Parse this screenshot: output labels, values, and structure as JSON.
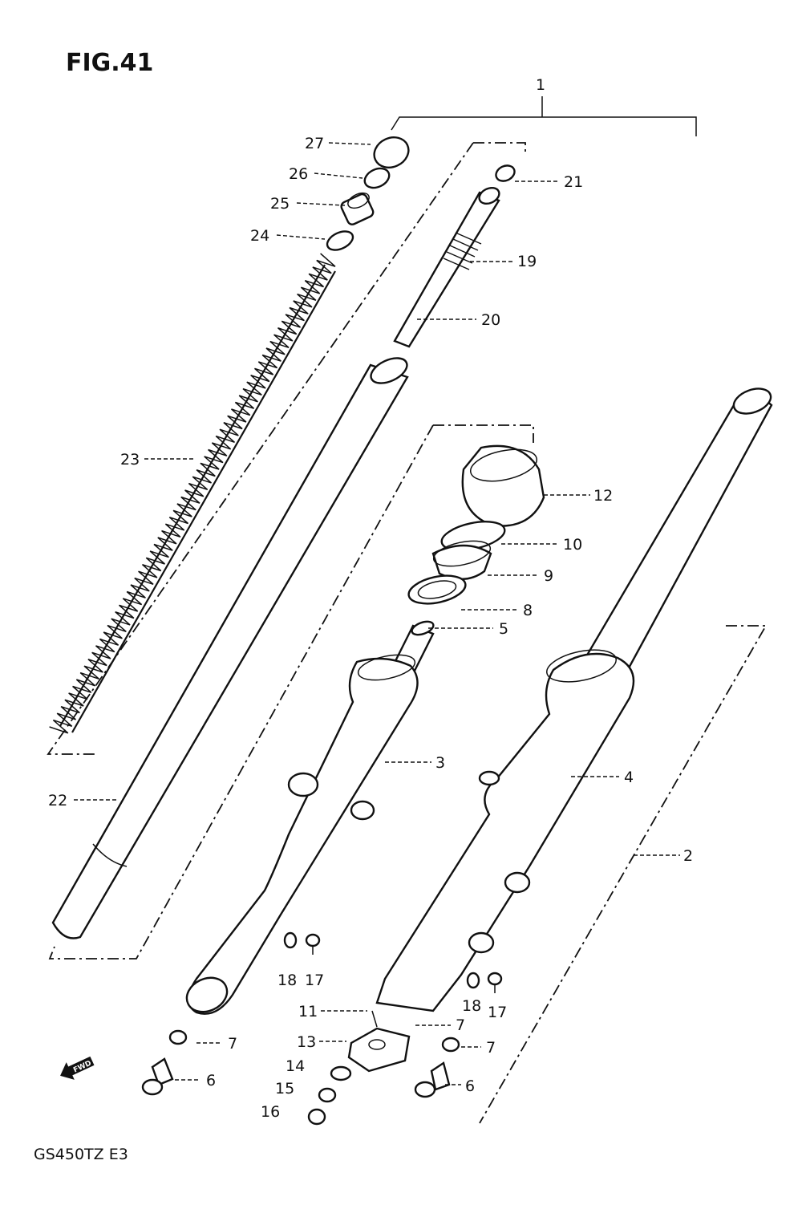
{
  "figure": {
    "title": "FIG.41",
    "model_code": "GS450TZ  E3"
  },
  "icons": {
    "fwd": "fwd-arrow-icon",
    "fwd_text": "FWD"
  },
  "callouts": [
    {
      "id": "c1",
      "label": "1"
    },
    {
      "id": "c2",
      "label": "2"
    },
    {
      "id": "c3",
      "label": "3"
    },
    {
      "id": "c4",
      "label": "4"
    },
    {
      "id": "c5",
      "label": "5"
    },
    {
      "id": "c6a",
      "label": "6"
    },
    {
      "id": "c6b",
      "label": "6"
    },
    {
      "id": "c7a",
      "label": "7"
    },
    {
      "id": "c7b",
      "label": "7"
    },
    {
      "id": "c7c",
      "label": "7"
    },
    {
      "id": "c8",
      "label": "8"
    },
    {
      "id": "c9",
      "label": "9"
    },
    {
      "id": "c10",
      "label": "10"
    },
    {
      "id": "c11",
      "label": "11"
    },
    {
      "id": "c12",
      "label": "12"
    },
    {
      "id": "c13",
      "label": "13"
    },
    {
      "id": "c14",
      "label": "14"
    },
    {
      "id": "c15",
      "label": "15"
    },
    {
      "id": "c16",
      "label": "16"
    },
    {
      "id": "c17a",
      "label": "17"
    },
    {
      "id": "c17b",
      "label": "17"
    },
    {
      "id": "c18a",
      "label": "18"
    },
    {
      "id": "c18b",
      "label": "18"
    },
    {
      "id": "c19",
      "label": "19"
    },
    {
      "id": "c20",
      "label": "20"
    },
    {
      "id": "c21",
      "label": "21"
    },
    {
      "id": "c22",
      "label": "22"
    },
    {
      "id": "c23",
      "label": "23"
    },
    {
      "id": "c24",
      "label": "24"
    },
    {
      "id": "c25",
      "label": "25"
    },
    {
      "id": "c26",
      "label": "26"
    },
    {
      "id": "c27",
      "label": "27"
    }
  ]
}
